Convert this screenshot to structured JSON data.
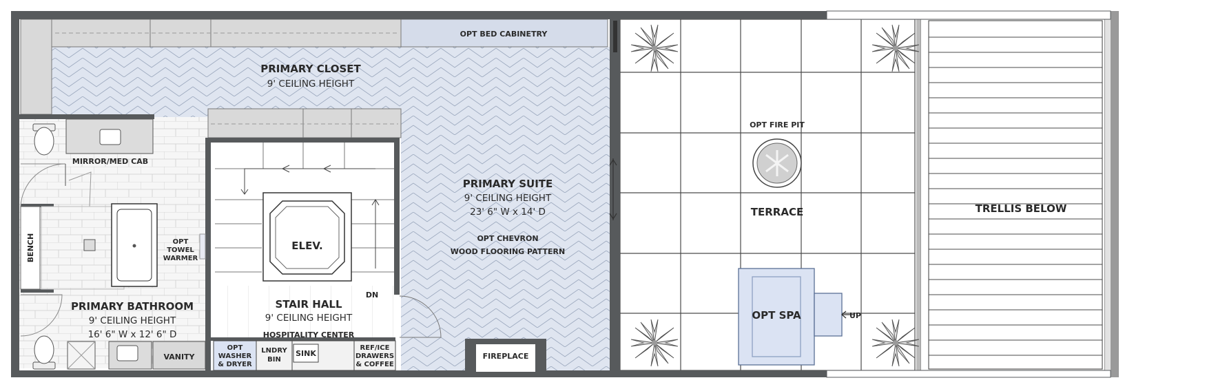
{
  "colors": {
    "wall": "#575a5c",
    "chevron_floor": "#dfe5f0",
    "chevron_line": "#9aa7bd",
    "cabinet": "#d9d9d9",
    "tile": "#f6f6f6",
    "spa": "#dbe3f3",
    "spa_stroke": "#5a6f95"
  },
  "rooms": {
    "primary_closet": {
      "name": "PRIMARY CLOSET",
      "ceiling": "9' CEILING HEIGHT"
    },
    "opt_bed_cabinetry": "OPT BED CABINETRY",
    "primary_suite": {
      "name": "PRIMARY SUITE",
      "ceiling": "9' CEILING HEIGHT",
      "dims": "23' 6\" W x 14' D",
      "note_line1": "OPT CHEVRON",
      "note_line2": "WOOD FLOORING PATTERN"
    },
    "primary_bathroom": {
      "name": "PRIMARY BATHROOM",
      "ceiling": "9' CEILING HEIGHT",
      "dims": "16' 6\" W x 12' 6\" D"
    },
    "stair_hall": {
      "name": "STAIR HALL",
      "ceiling": "9' CEILING HEIGHT",
      "sub": "HOSPITALITY CENTER"
    },
    "elevator": "ELEV.",
    "dn": "DN",
    "terrace": "TERRACE",
    "opt_fire_pit": "OPT FIRE PIT",
    "opt_spa": "OPT SPA",
    "up": "UP",
    "trellis": "TRELLIS BELOW"
  },
  "fixtures": {
    "mirror": "MIRROR/MED CAB",
    "towel_line1": "OPT",
    "towel_line2": "TOWEL",
    "towel_line3": "WARMER",
    "bench": "BENCH",
    "vanity": "VANITY",
    "washer_line1": "OPT",
    "washer_line2": "WASHER",
    "washer_line3": "& DRYER",
    "lndry_line1": "LNDRY",
    "lndry_line2": "BIN",
    "sink": "SINK",
    "refice_line1": "REF/ICE",
    "refice_line2": "DRAWERS",
    "refice_line3": "& COFFEE",
    "fireplace": "FIREPLACE"
  },
  "icons": [
    "plant-icon",
    "fire-pit-icon",
    "toilet-icon",
    "bathtub-icon",
    "shower-icon",
    "door-swing-icon",
    "stair-arrow-icon"
  ]
}
